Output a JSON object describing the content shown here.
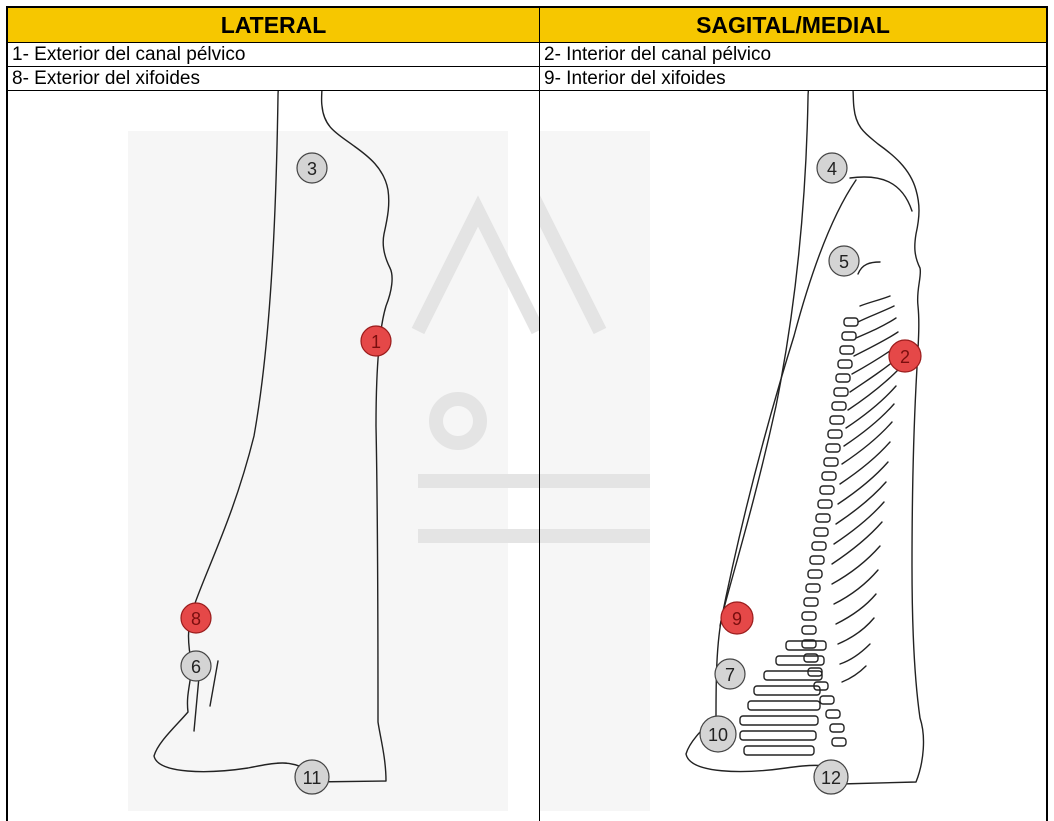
{
  "columns": [
    {
      "header": "LATERAL",
      "rows": [
        "1- Exterior del canal pélvico",
        "8- Exterior del xifoides"
      ],
      "markers": [
        {
          "label": "3",
          "status": "normal"
        },
        {
          "label": "1",
          "status": "highlight"
        },
        {
          "label": "8",
          "status": "highlight"
        },
        {
          "label": "6",
          "status": "normal"
        },
        {
          "label": "11",
          "status": "normal"
        }
      ]
    },
    {
      "header": "SAGITAL/MEDIAL",
      "rows": [
        "2- Interior del canal pélvico",
        "9- Interior del xifoides"
      ],
      "markers": [
        {
          "label": "4",
          "status": "normal"
        },
        {
          "label": "5",
          "status": "normal"
        },
        {
          "label": "2",
          "status": "highlight"
        },
        {
          "label": "9",
          "status": "highlight"
        },
        {
          "label": "7",
          "status": "normal"
        },
        {
          "label": "10",
          "status": "normal"
        },
        {
          "label": "12",
          "status": "normal"
        }
      ]
    }
  ],
  "colors": {
    "header_bg": "#f6c700",
    "highlight": "#e54848",
    "normal": "#d4d4d4"
  }
}
